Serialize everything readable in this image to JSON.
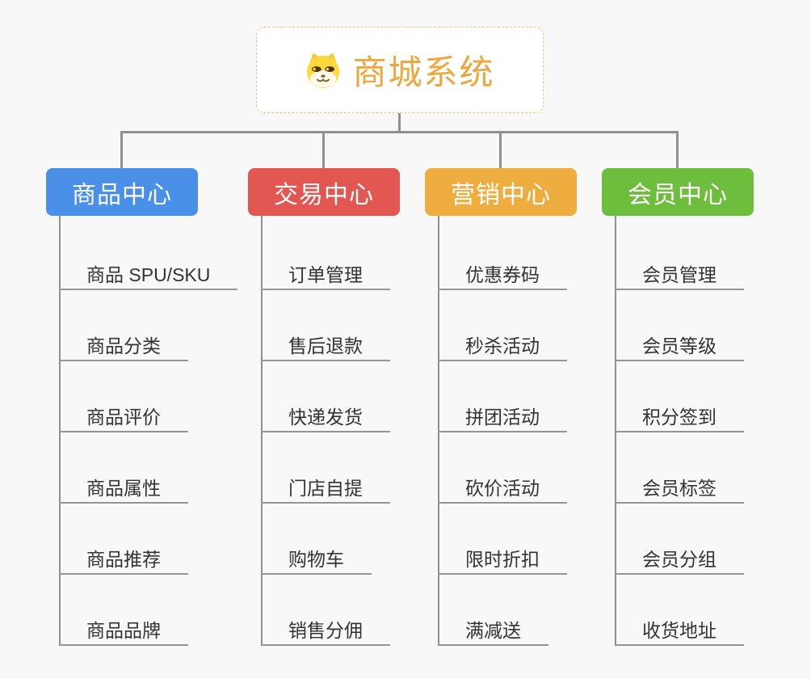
{
  "root": {
    "title": "商城系统",
    "icon": "doge-face-icon"
  },
  "branches": [
    {
      "label": "商品中心",
      "color": "#4A90E8",
      "children": [
        "商品 SPU/SKU",
        "商品分类",
        "商品评价",
        "商品属性",
        "商品推荐",
        "商品品牌"
      ]
    },
    {
      "label": "交易中心",
      "color": "#E25752",
      "children": [
        "订单管理",
        "售后退款",
        "快递发货",
        "门店自提",
        "购物车",
        "销售分佣"
      ]
    },
    {
      "label": "营销中心",
      "color": "#EFAD3F",
      "children": [
        "优惠券码",
        "秒杀活动",
        "拼团活动",
        "砍价活动",
        "限时折扣",
        "满减送"
      ]
    },
    {
      "label": "会员中心",
      "color": "#6DBE3C",
      "children": [
        "会员管理",
        "会员等级",
        "积分签到",
        "会员标签",
        "会员分组",
        "收货地址"
      ]
    }
  ],
  "colors": {
    "canvas-bg": "#F8F8F8",
    "root-accent": "#F0A63C",
    "root-border": "#F2C477",
    "connector": "#909090",
    "underline": "#969696",
    "leaf-text": "#333333",
    "branch-0": "#4A90E8",
    "branch-1": "#E25752",
    "branch-2": "#EFAD3F",
    "branch-3": "#6DBE3C"
  }
}
